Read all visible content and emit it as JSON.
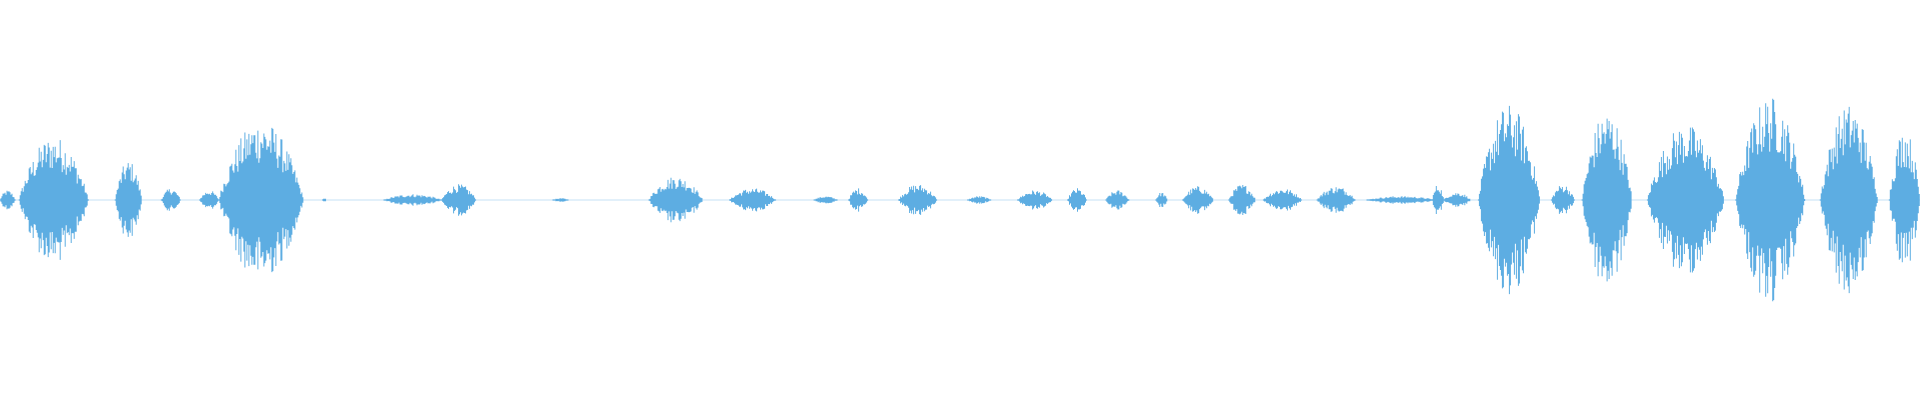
{
  "waveform": {
    "color": "#5DADE2",
    "background": "#FFFFFF",
    "amplitude_scale": 1.0,
    "segments": [
      {
        "start": 0.0,
        "end": 0.008,
        "amp": 0.05
      },
      {
        "start": 0.01,
        "end": 0.046,
        "amp": 0.32
      },
      {
        "start": 0.06,
        "end": 0.074,
        "amp": 0.2
      },
      {
        "start": 0.084,
        "end": 0.094,
        "amp": 0.06
      },
      {
        "start": 0.104,
        "end": 0.114,
        "amp": 0.05
      },
      {
        "start": 0.114,
        "end": 0.158,
        "amp": 0.4
      },
      {
        "start": 0.168,
        "end": 0.17,
        "amp": 0.01
      },
      {
        "start": 0.2,
        "end": 0.23,
        "amp": 0.03
      },
      {
        "start": 0.23,
        "end": 0.248,
        "amp": 0.08
      },
      {
        "start": 0.288,
        "end": 0.296,
        "amp": 0.01
      },
      {
        "start": 0.338,
        "end": 0.366,
        "amp": 0.12
      },
      {
        "start": 0.38,
        "end": 0.404,
        "amp": 0.06
      },
      {
        "start": 0.424,
        "end": 0.436,
        "amp": 0.02
      },
      {
        "start": 0.442,
        "end": 0.452,
        "amp": 0.06
      },
      {
        "start": 0.468,
        "end": 0.488,
        "amp": 0.08
      },
      {
        "start": 0.504,
        "end": 0.516,
        "amp": 0.02
      },
      {
        "start": 0.53,
        "end": 0.548,
        "amp": 0.05
      },
      {
        "start": 0.556,
        "end": 0.566,
        "amp": 0.06
      },
      {
        "start": 0.576,
        "end": 0.588,
        "amp": 0.05
      },
      {
        "start": 0.602,
        "end": 0.608,
        "amp": 0.04
      },
      {
        "start": 0.616,
        "end": 0.632,
        "amp": 0.07
      },
      {
        "start": 0.64,
        "end": 0.654,
        "amp": 0.08
      },
      {
        "start": 0.658,
        "end": 0.678,
        "amp": 0.06
      },
      {
        "start": 0.686,
        "end": 0.706,
        "amp": 0.07
      },
      {
        "start": 0.712,
        "end": 0.748,
        "amp": 0.02
      },
      {
        "start": 0.746,
        "end": 0.752,
        "amp": 0.08
      },
      {
        "start": 0.752,
        "end": 0.766,
        "amp": 0.04
      },
      {
        "start": 0.77,
        "end": 0.802,
        "amp": 0.48
      },
      {
        "start": 0.808,
        "end": 0.82,
        "amp": 0.08
      },
      {
        "start": 0.824,
        "end": 0.85,
        "amp": 0.45
      },
      {
        "start": 0.858,
        "end": 0.898,
        "amp": 0.38
      },
      {
        "start": 0.904,
        "end": 0.94,
        "amp": 0.52
      },
      {
        "start": 0.948,
        "end": 0.978,
        "amp": 0.48
      },
      {
        "start": 0.984,
        "end": 1.0,
        "amp": 0.36
      }
    ]
  }
}
